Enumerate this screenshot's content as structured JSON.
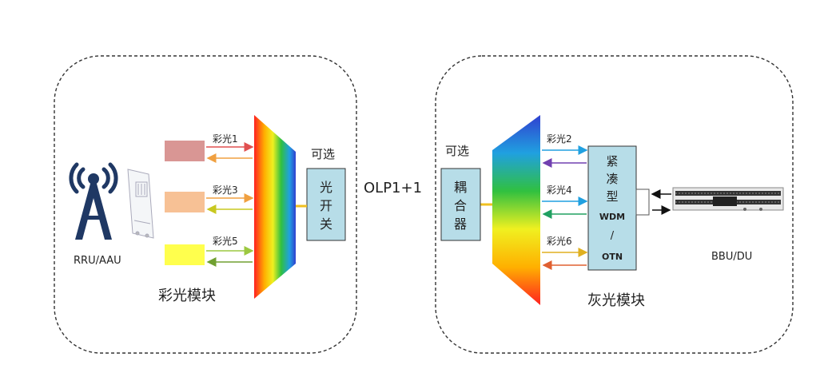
{
  "left_group": {
    "title": "彩光模块",
    "tower_label": "RRU/AAU",
    "channels": [
      {
        "label": "彩光1",
        "color": "#d99694"
      },
      {
        "label": "彩光3",
        "color": "#f7c195"
      },
      {
        "label": "彩光5",
        "color": "#ffff4d"
      }
    ]
  },
  "optional_left": {
    "label": "可选",
    "box_lines": [
      "光",
      "开",
      "关"
    ]
  },
  "link_label": "OLP1+1",
  "optional_right": {
    "label": "可选",
    "box_lines": [
      "耦",
      "合",
      "器"
    ]
  },
  "right_group": {
    "title": "灰光模块",
    "channels": [
      {
        "label": "彩光2"
      },
      {
        "label": "彩光4"
      },
      {
        "label": "彩光6"
      }
    ],
    "wdm_box_lines": [
      "紧",
      "凑",
      "型",
      "WDM",
      "/",
      "OTN"
    ],
    "equipment_label": "BBU/DU"
  },
  "colors": {
    "box_fill": "#b7dde8",
    "dash_border": "#333333",
    "tower": "#1f3864"
  }
}
